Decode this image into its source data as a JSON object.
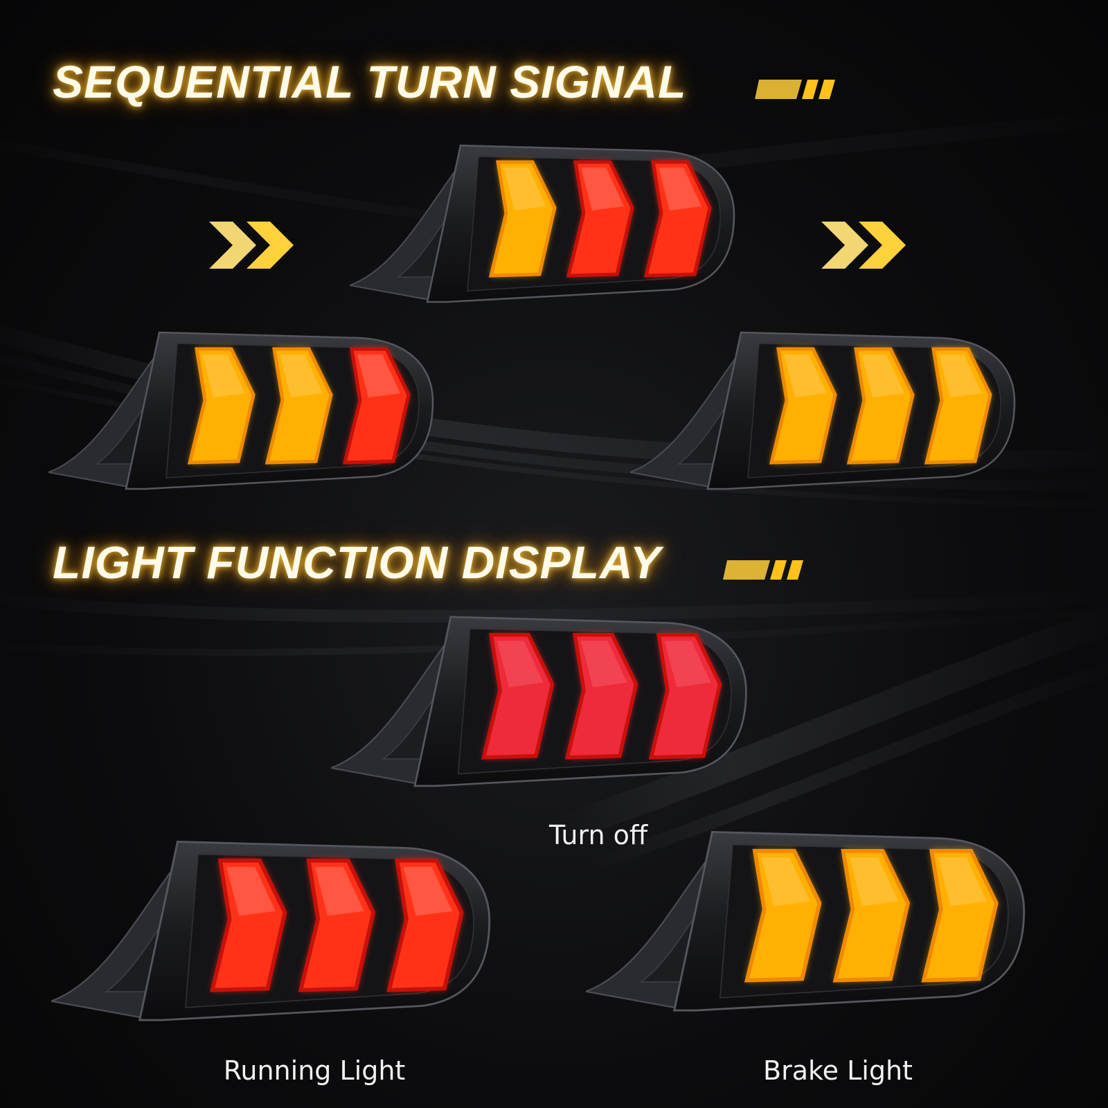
{
  "sections": {
    "sequential": {
      "title": "SEQUENTIAL TURN SIGNAL"
    },
    "functions": {
      "title": "LIGHT FUNCTION DISPLAY"
    }
  },
  "captions": {
    "turn_off": "Turn off",
    "running": "Running Light",
    "brake": "Brake Light"
  },
  "colors": {
    "amber": "#ffb000",
    "amber_dark": "#f08a00",
    "red": "#ff3218",
    "red_dark": "#c8100a",
    "dim_red": "#ef2a3a",
    "glow": "#ffc84a"
  },
  "icons": {
    "direction": "double-chevron-right-icon",
    "speed": "speed-stripes-icon"
  },
  "lamps": [
    {
      "name": "tail-lamp-sequence-1",
      "segments": [
        "amber",
        "red",
        "red"
      ]
    },
    {
      "name": "tail-lamp-sequence-2",
      "segments": [
        "amber",
        "amber",
        "red"
      ]
    },
    {
      "name": "tail-lamp-sequence-3",
      "segments": [
        "amber",
        "amber",
        "amber"
      ]
    },
    {
      "name": "tail-lamp-turn-off",
      "segments": [
        "dim_red",
        "dim_red",
        "dim_red"
      ]
    },
    {
      "name": "tail-lamp-running-light",
      "segments": [
        "red",
        "red",
        "red"
      ]
    },
    {
      "name": "tail-lamp-brake-light",
      "segments": [
        "amber",
        "amber",
        "amber"
      ]
    }
  ]
}
